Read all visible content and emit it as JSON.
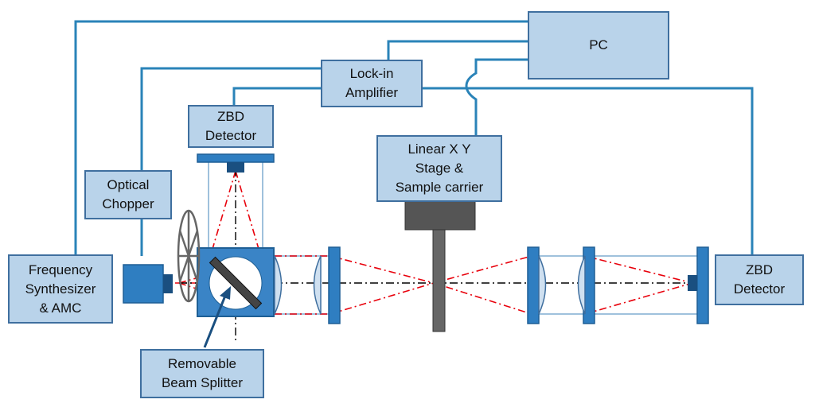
{
  "labels": {
    "pc": "PC",
    "lockin": [
      "Lock-in",
      "Amplifier"
    ],
    "zbd_top": [
      "ZBD",
      "Detector"
    ],
    "optical_chopper": [
      "Optical",
      "Chopper"
    ],
    "stage": [
      "Linear X Y",
      "Stage &",
      "Sample carrier"
    ],
    "freq_synth": [
      "Frequency",
      "Synthesizer",
      "& AMC"
    ],
    "zbd_right": [
      "ZBD",
      "Detector"
    ],
    "beam_splitter": [
      "Removable",
      "Beam Splitter"
    ]
  },
  "colors": {
    "box_fill": "#b9d3ea",
    "box_border": "#3f6f9f",
    "wire": "#2a83b8",
    "component": "#2f7ec1",
    "beam": "#e8000b",
    "axis": "#000000",
    "stage_body": "#555555"
  }
}
